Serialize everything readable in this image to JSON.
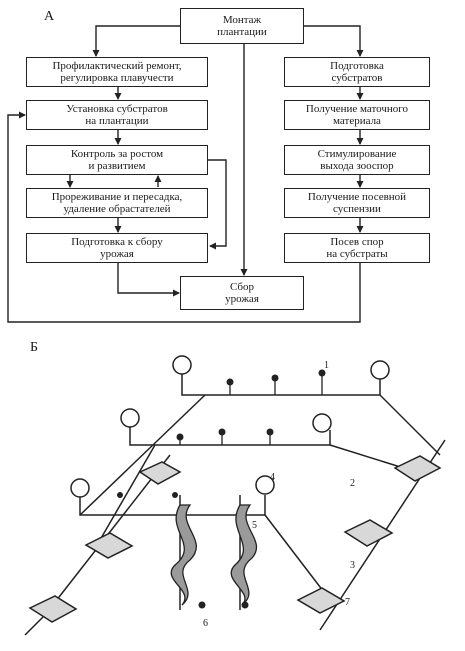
{
  "section_a": {
    "label": "А",
    "center": {
      "top": "Монтаж\nплантации",
      "bottom": "Сбор\nурожая"
    },
    "left_column": [
      "Профилактический ремонт,\nрегулировка плавучести",
      "Установка субстратов\nна плантации",
      "Контроль за ростом\nи развитием",
      "Прореживание и пересадка,\nудаление обрастателей",
      "Подготовка к сбору\nурожая"
    ],
    "right_column": [
      "Подготовка\nсубстратов",
      "Получение маточного\nматериала",
      "Стимулирование\nвыхода зооспор",
      "Получение посевной\nсуспензии",
      "Посев спор\nна субстраты"
    ]
  },
  "section_b": {
    "label": "Б",
    "annotations": [
      "1",
      "2",
      "3",
      "4",
      "5",
      "6",
      "7"
    ]
  }
}
